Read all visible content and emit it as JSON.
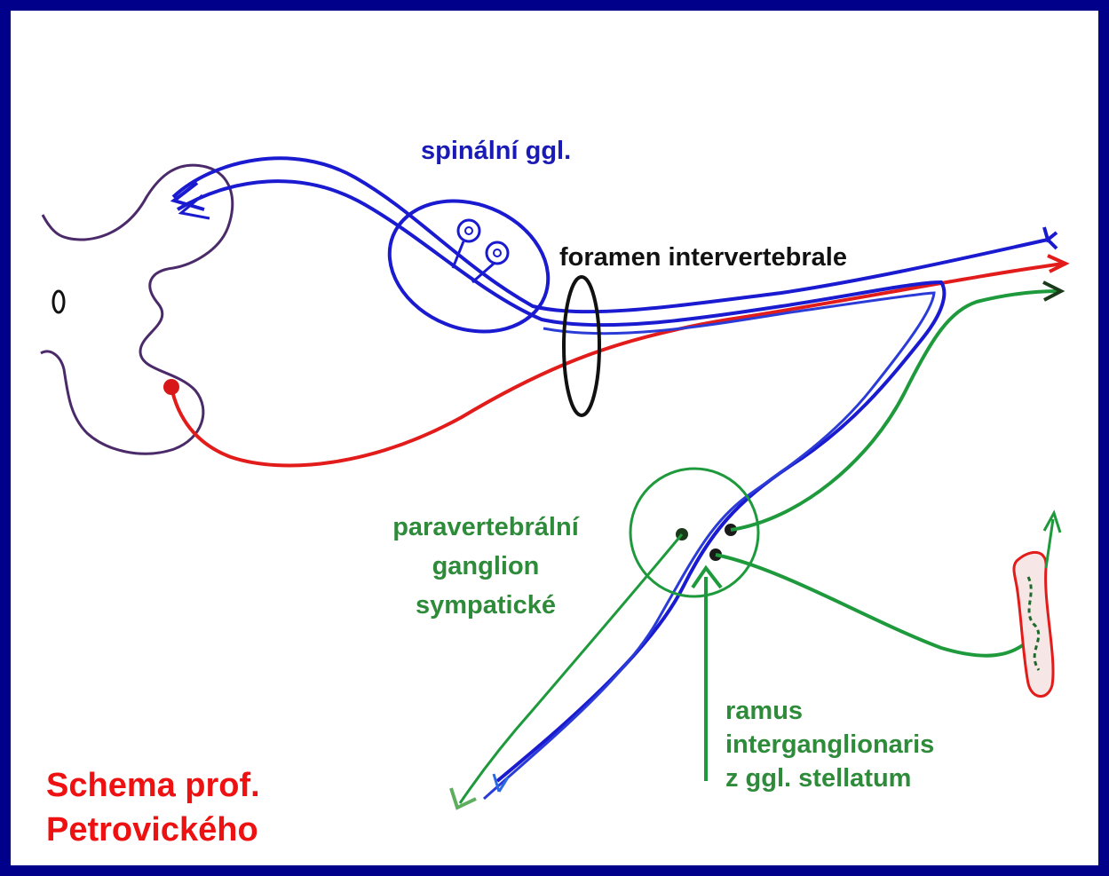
{
  "labels": {
    "spinal_ganglion": "spinální ggl.",
    "foramen": "foramen intervertebrale",
    "paravertebral": [
      "paravertebrální",
      "ganglion",
      "sympatické"
    ],
    "ramus": [
      "ramus",
      "interganglionaris",
      "z ggl. stellatum"
    ],
    "credit": [
      "Schema prof.",
      "Petrovického"
    ]
  },
  "colors": {
    "frame": "#00008b",
    "sensory_blue": "#1a1ad0",
    "motor_red": "#e21b1b",
    "sympathetic_green": "#1e9a3c",
    "label_blue": "#1a1ab5",
    "label_green": "#2e8b3a",
    "label_red": "#ee1111",
    "outline_purple": "#4b2a6a",
    "foramen_black": "#111111"
  }
}
